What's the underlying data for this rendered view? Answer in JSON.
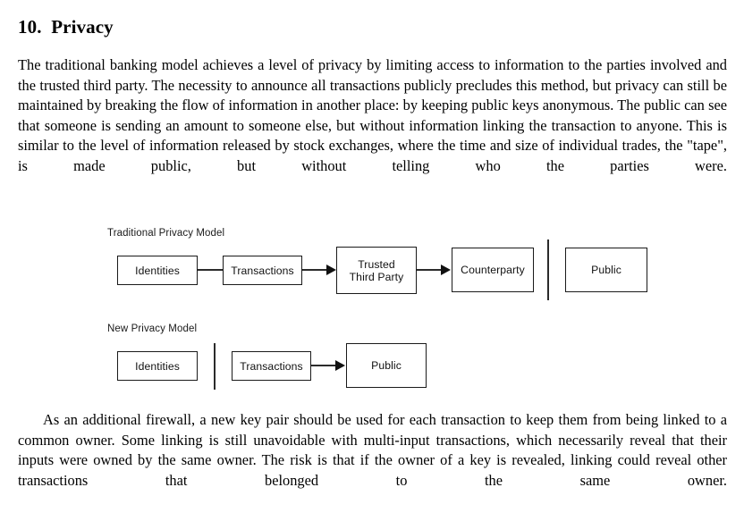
{
  "document": {
    "section_number": "10.",
    "section_title": "Privacy",
    "heading_full": "10.  Privacy"
  },
  "paragraphs": {
    "intro": "The traditional banking model achieves a level of privacy by limiting access to information to the parties involved and the trusted third party.  The necessity to announce all transactions publicly precludes this method, but privacy can still be maintained by breaking the flow of information in another place: by keeping public keys anonymous.  The public can see that someone is sending an amount to someone else, but without information linking the transaction to anyone.  This is similar to the level of information released by stock exchanges, where the time and size of individual trades, the \"tape\", is made public, but without telling who the parties were.",
    "firewall": "As an additional firewall, a new key pair should be used for each transaction to keep them from being linked to a common owner.  Some linking is still unavoidable with multi-input transactions, which necessarily reveal that their inputs were owned by the same owner.  The risk is that if the owner of a key is revealed, linking could reveal other transactions that belonged to the same owner."
  },
  "figure": {
    "traditional": {
      "label": "Traditional Privacy Model",
      "nodes": {
        "identities": "Identities",
        "transactions": "Transactions",
        "trusted_third_party_line1": "Trusted",
        "trusted_third_party_line2": "Third Party",
        "counterparty": "Counterparty",
        "public": "Public"
      }
    },
    "new_model": {
      "label": "New Privacy Model",
      "nodes": {
        "identities": "Identities",
        "transactions": "Transactions",
        "public": "Public"
      }
    }
  },
  "colors": {
    "text": "#000000",
    "box_border": "#1a1a1a",
    "connector": "#2b2b2b",
    "background": "#ffffff"
  }
}
